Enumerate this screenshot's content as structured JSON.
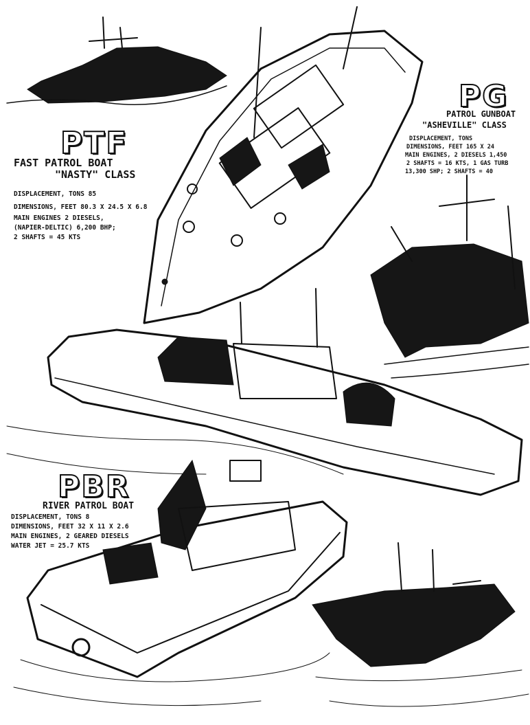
{
  "ptf": {
    "code": "PTF",
    "name_line1": "FAST PATROL BOAT",
    "name_line2": "\"NASTY\" CLASS",
    "spec1": "DISPLACEMENT, TONS        85",
    "spec2": "DIMENSIONS, FEET   80.3 X 24.5 X 6.8",
    "spec3": "MAIN ENGINES    2 DIESELS,",
    "spec4": "(NAPIER-DELTIC)  6,200 BHP;",
    "spec5": "2 SHAFTS =     45 KTS"
  },
  "pg": {
    "code": "PG",
    "name_line1": "PATROL GUNBOAT",
    "name_line2": "\"ASHEVILLE\" CLASS",
    "spec1": "DISPLACEMENT, TONS",
    "spec2": "DIMENSIONS, FEET    165 X 24",
    "spec3": "MAIN ENGINES, 2 DIESELS 1,450",
    "spec4": "2 SHAFTS = 16 KTS, 1 GAS TURB",
    "spec5": "13,300 SHP; 2 SHAFTS =  40"
  },
  "pbr": {
    "code": "PBR",
    "name_line1": "RIVER  PATROL BOAT",
    "spec1": "DISPLACEMENT, TONS          8",
    "spec2": "DIMENSIONS, FEET    32 X 11 X 2.6",
    "spec3": "MAIN ENGINES, 2 GEARED DIESELS",
    "spec4": "WATER JET = 25.7 KTS"
  }
}
